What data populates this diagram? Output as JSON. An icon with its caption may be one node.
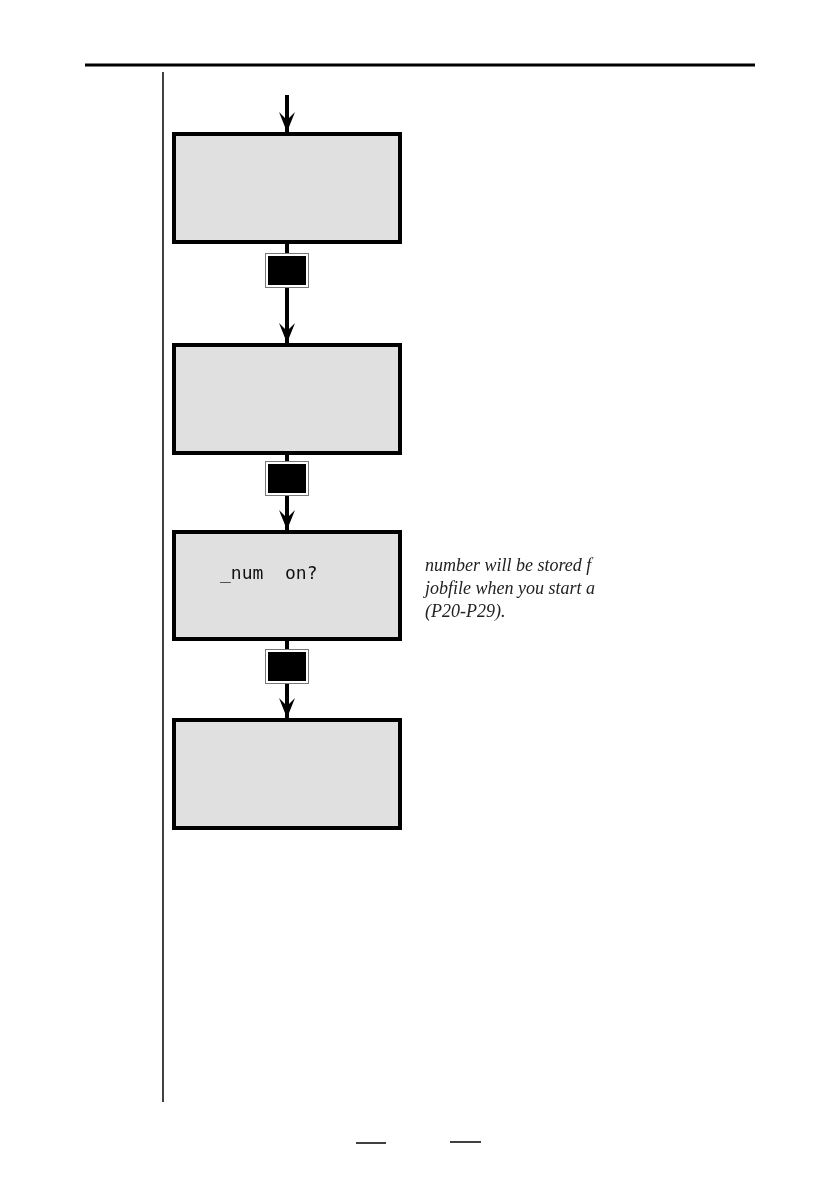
{
  "diagram": {
    "nodes": [
      {
        "text": [],
        "shape": "box"
      },
      {
        "text": [],
        "shape": "button"
      },
      {
        "text": [],
        "shape": "box"
      },
      {
        "text": [],
        "shape": "button"
      },
      {
        "text": [
          "_num  on?"
        ]
      },
      {
        "text": [],
        "shape": "button"
      },
      {
        "text": [],
        "shape": "box"
      }
    ],
    "edges": [
      {
        "from": null,
        "to": 0,
        "arrow": "to"
      },
      {
        "from": 0,
        "to": 1,
        "arrow": "none"
      },
      {
        "from": 1,
        "to": 2,
        "arrow": "to"
      },
      {
        "from": 2,
        "to": 3,
        "arrow": "none"
      },
      {
        "from": 3,
        "to": 4,
        "arrow": "to"
      },
      {
        "from": 4,
        "to": 5,
        "arrow": "none"
      },
      {
        "from": 5,
        "to": 6,
        "arrow": "to"
      }
    ],
    "labels": [
      "number will be stored f jobfile when you start a (P20-P29)."
    ]
  }
}
